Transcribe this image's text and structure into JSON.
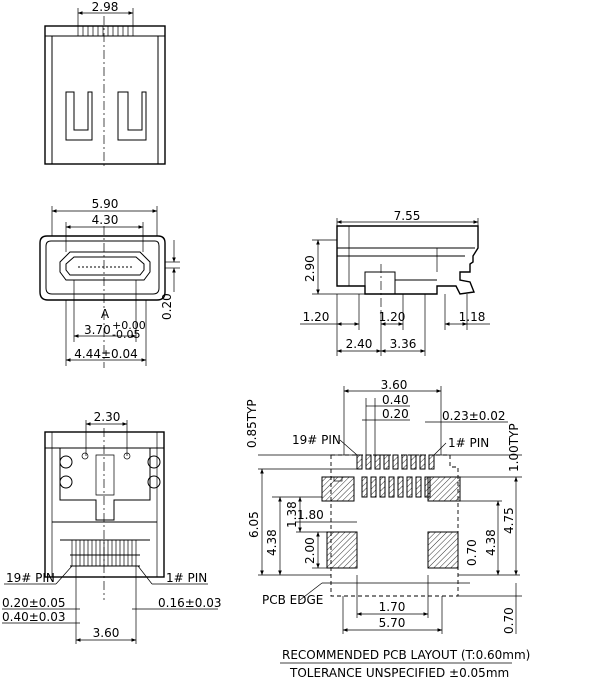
{
  "front_view": {
    "width": "2.98"
  },
  "face_view": {
    "outer_width": "5.90",
    "inner_width": "4.30",
    "section_mark": "A",
    "a_value": "3.70",
    "a_tol_upper": "+0.00",
    "a_tol_lower": "-0.05",
    "bottom_width": "4.44±0.04",
    "offset": "0.20"
  },
  "side_view": {
    "length": "7.55",
    "height": "2.90",
    "dim_1": "1.20",
    "dim_2": "1.20",
    "dim_3": "1.18",
    "dim_4": "2.40",
    "dim_5": "3.36"
  },
  "bottom_view": {
    "post_spacing": "2.30",
    "pin19_label": "19# PIN",
    "pin1_label": "1# PIN",
    "pin_width": "0.20±0.05",
    "pin_pitch": "0.40±0.03",
    "pin_thickness": "0.16±0.03",
    "tail_span": "3.60"
  },
  "pcb_layout": {
    "span": "3.60",
    "pitch": "0.40",
    "pad_width": "0.20",
    "pad_gap": "0.23±0.02",
    "typ_left": "0.85TYP",
    "typ_right": "1.00TYP",
    "pin19_label": "19# PIN",
    "pin1_label": "1# PIN",
    "height_total": "6.05",
    "height_left": "4.38",
    "dim_138": "1.38",
    "dim_180": "1.80",
    "dim_200": "2.00",
    "dim_070": "0.70",
    "height_right_inner": "4.38",
    "height_right": "4.75",
    "edge_label": "PCB EDGE",
    "pad_span": "1.70",
    "outer_span": "5.70",
    "edge_offset": "0.70",
    "title": "RECOMMENDED   PCB LAYOUT (T:0.60mm)",
    "tolerance": "TOLERANCE  UNSPECIFIED  ±0.05mm"
  }
}
